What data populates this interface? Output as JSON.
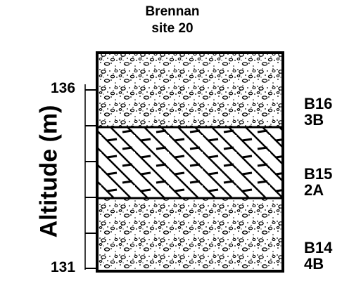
{
  "site": {
    "title_line1": "Brennan",
    "title_line2": "site 20"
  },
  "axis": {
    "label": "Altitude (m)",
    "ticks": [
      "136",
      "131"
    ]
  },
  "units": [
    {
      "code": "B16",
      "facies": "3B",
      "pattern": "gravel"
    },
    {
      "code": "B15",
      "facies": "2A",
      "pattern": "diagonal-hatch"
    },
    {
      "code": "B14",
      "facies": "4B",
      "pattern": "gravel"
    }
  ],
  "colors": {
    "ink": "#000000",
    "paper": "#ffffff"
  }
}
